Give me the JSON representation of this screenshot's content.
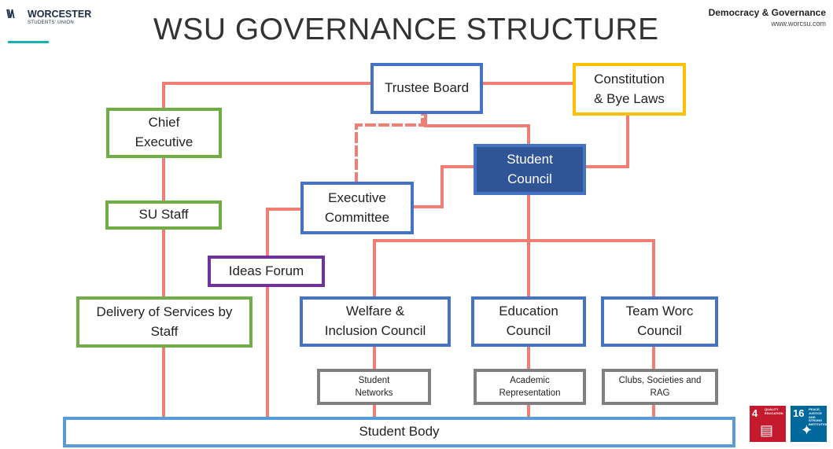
{
  "header": {
    "title": "WSU GOVERNANCE STRUCTURE",
    "logo_name": "WORCESTER",
    "logo_sub": "STUDENTS' UNION",
    "brand_title": "Democracy & Governance",
    "brand_url": "www.worcsu.com"
  },
  "nodes": {
    "trustee_board": "Trustee Board",
    "constitution": "Constitution\n& Bye Laws",
    "chief_executive": "Chief\nExecutive",
    "student_council": "Student\nCouncil",
    "executive_committee": "Executive\nCommittee",
    "su_staff": "SU Staff",
    "ideas_forum": "Ideas Forum",
    "delivery_services": "Delivery of Services by\nStaff",
    "welfare_council": "Welfare &\nInclusion Council",
    "education_council": "Education\nCouncil",
    "team_worc_council": "Team Worc\nCouncil",
    "student_networks": "Student\nNetworks",
    "academic_representation": "Academic\nRepresentation",
    "clubs_societies": "Clubs, Societies and\nRAG",
    "student_body": "Student Body"
  },
  "sdg_badges": [
    {
      "number": "4",
      "text": "QUALITY EDUCATION",
      "color": "#C5192D",
      "icon_name": "book-icon"
    },
    {
      "number": "16",
      "text": "PEACE, JUSTICE AND STRONG INSTITUTIONS",
      "color": "#00689D",
      "icon_name": "dove-icon"
    }
  ],
  "colors": {
    "connector": "#EF7F74",
    "blue_border": "#4472C4",
    "green_border": "#70AD47",
    "gold_border": "#FFC000",
    "purple_border": "#7030A0",
    "grey_border": "#808080",
    "student_council_fill": "#2F5597",
    "student_body_border": "#5B9BD5"
  }
}
